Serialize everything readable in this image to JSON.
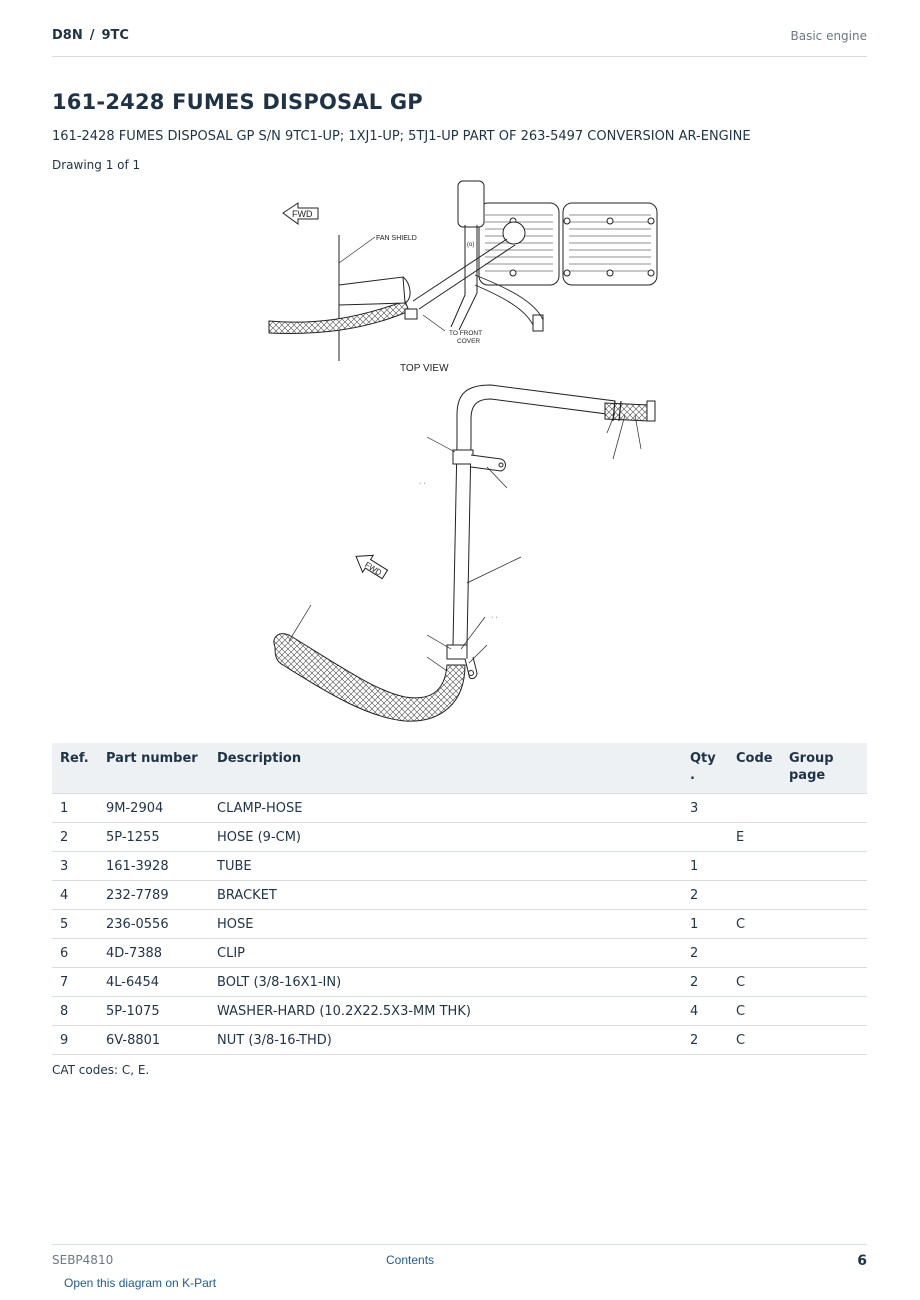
{
  "header": {
    "model": "D8N",
    "separator": "/",
    "prefix": "9TC",
    "section": "Basic engine"
  },
  "title": "161-2428 FUMES DISPOSAL GP",
  "subtitle": "161-2428 FUMES DISPOSAL GP S/N 9TC1-UP; 1XJ1-UP; 5TJ1-UP PART OF 263-5497 CONVERSION AR-ENGINE",
  "drawing_count": "Drawing 1 of 1",
  "drawing": {
    "labels": {
      "fwd_top": "FWD",
      "fan_shield": "FAN SHIELD",
      "callout_o": "(o)",
      "to_front_1": "TO FRONT",
      "to_front_2": "COVER",
      "top_view": "TOP VIEW",
      "fwd_lower": "FWD",
      "dots_a": "· ·",
      "dots_b": "· ·"
    }
  },
  "table": {
    "headers": {
      "ref": "Ref.",
      "part_number": "Part number",
      "description": "Description",
      "qty_line1": "Qty",
      "qty_line2": ".",
      "code": "Code",
      "group_line1": "Group",
      "group_line2": "page"
    },
    "rows": [
      {
        "ref": "1",
        "part_number": "9M-2904",
        "description": "CLAMP-HOSE",
        "qty": "3",
        "code": "",
        "group_page": ""
      },
      {
        "ref": "2",
        "part_number": "5P-1255",
        "description": "HOSE (9-CM)",
        "qty": "",
        "code": "E",
        "group_page": ""
      },
      {
        "ref": "3",
        "part_number": "161-3928",
        "description": "TUBE",
        "qty": "1",
        "code": "",
        "group_page": ""
      },
      {
        "ref": "4",
        "part_number": "232-7789",
        "description": "BRACKET",
        "qty": "2",
        "code": "",
        "group_page": ""
      },
      {
        "ref": "5",
        "part_number": "236-0556",
        "description": "HOSE",
        "qty": "1",
        "code": "C",
        "group_page": ""
      },
      {
        "ref": "6",
        "part_number": "4D-7388",
        "description": "CLIP",
        "qty": "2",
        "code": "",
        "group_page": ""
      },
      {
        "ref": "7",
        "part_number": "4L-6454",
        "description": "BOLT (3/8-16X1-IN)",
        "qty": "2",
        "code": "C",
        "group_page": ""
      },
      {
        "ref": "8",
        "part_number": "5P-1075",
        "description": "WASHER-HARD (10.2X22.5X3-MM THK)",
        "qty": "4",
        "code": "C",
        "group_page": ""
      },
      {
        "ref": "9",
        "part_number": "6V-8801",
        "description": "NUT (3/8-16-THD)",
        "qty": "2",
        "code": "C",
        "group_page": ""
      }
    ]
  },
  "codes_note": "CAT codes: C, E.",
  "footer": {
    "doc_id": "SEBP4810",
    "contents_link": "Contents",
    "page_number": "6",
    "kpart_link": "Open this diagram on K-Part"
  }
}
